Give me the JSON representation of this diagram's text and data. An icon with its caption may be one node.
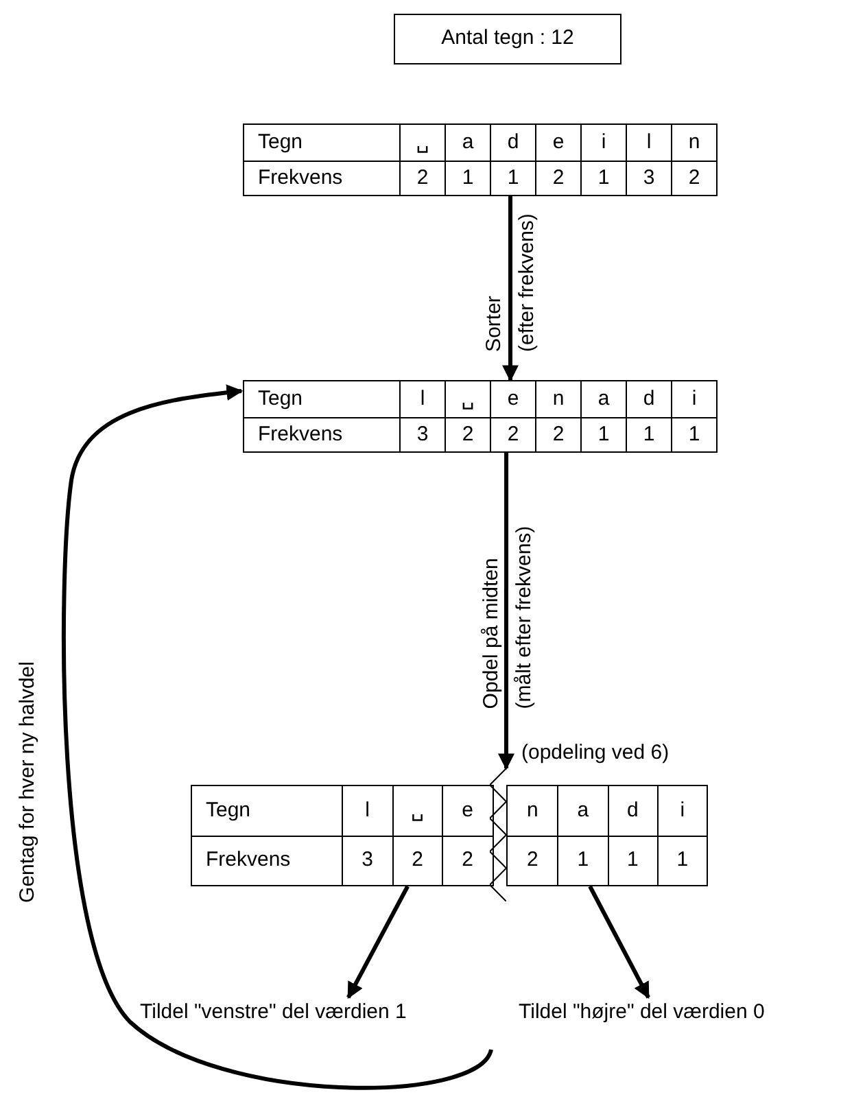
{
  "diagram": {
    "nodes": [
      {
        "text": [
          "Antal tegn : 12"
        ]
      },
      {
        "text": [
          "Tegn",
          "␣",
          "a",
          "d",
          "e",
          "i",
          "l",
          "n",
          "Frekvens",
          "2",
          "1",
          "1",
          "2",
          "1",
          "3",
          "2"
        ]
      },
      {
        "text": [
          "Tegn",
          "l",
          "␣",
          "e",
          "n",
          "a",
          "d",
          "i",
          "Frekvens",
          "3",
          "2",
          "2",
          "2",
          "1",
          "1",
          "1"
        ]
      },
      {
        "text": [
          "Tegn",
          "l",
          "␣",
          "e",
          "Frekvens",
          "3",
          "2",
          "2"
        ]
      },
      {
        "text": [
          "n",
          "a",
          "d",
          "i",
          "2",
          "1",
          "1",
          "1"
        ]
      },
      {
        "text": [],
        "shape": "zigzag",
        "beside": [
          "(opdeling ved 6)"
        ]
      },
      {
        "text": [
          "Tildel \"venstre\" del værdien 1"
        ]
      },
      {
        "text": [
          "Tildel \"højre\" del værdien 0"
        ]
      }
    ],
    "edges": [
      {
        "from": 1,
        "to": 2,
        "arrow": "to",
        "label": "Sorter (efter frekvens)"
      },
      {
        "from": 2,
        "to": 5,
        "arrow": "to",
        "label": "Opdel på midten (målt efter frekvens)"
      },
      {
        "from": 3,
        "to": 6,
        "arrow": "to"
      },
      {
        "from": 4,
        "to": 7,
        "arrow": "to"
      },
      {
        "from": null,
        "to": 2,
        "arrow": "to",
        "label": "Gentag for hver ny halvdel"
      }
    ]
  }
}
